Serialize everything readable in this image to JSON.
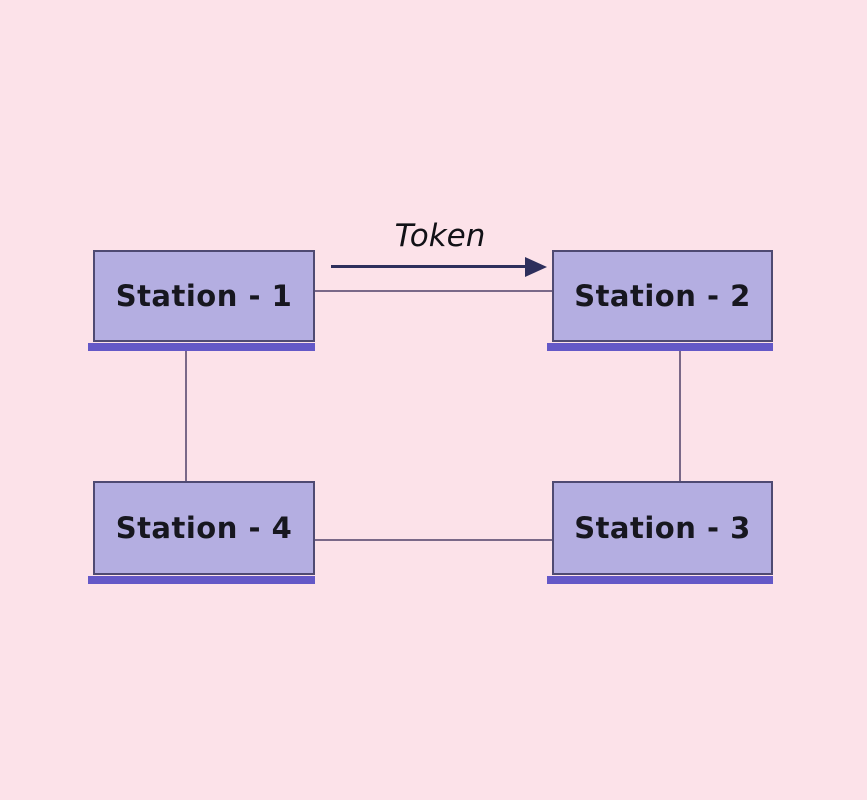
{
  "diagram": {
    "token_label": "Token",
    "nodes": [
      {
        "id": "station-1",
        "label": "Station - 1"
      },
      {
        "id": "station-2",
        "label": "Station - 2"
      },
      {
        "id": "station-3",
        "label": "Station - 3"
      },
      {
        "id": "station-4",
        "label": "Station - 4"
      }
    ],
    "links": [
      {
        "from": "station-1",
        "to": "station-2",
        "arrow": true,
        "label": "Token"
      },
      {
        "from": "station-2",
        "to": "station-3",
        "arrow": false,
        "label": ""
      },
      {
        "from": "station-4",
        "to": "station-3",
        "arrow": false,
        "label": ""
      },
      {
        "from": "station-1",
        "to": "station-4",
        "arrow": false,
        "label": ""
      }
    ],
    "colors": {
      "background": "#fce2e9",
      "node_fill": "#b4aee1",
      "node_border": "#4f4a72",
      "node_shadow": "#6458c7",
      "connector": "#7a6888",
      "arrow": "#2e2f5c",
      "text": "#17171f"
    }
  }
}
